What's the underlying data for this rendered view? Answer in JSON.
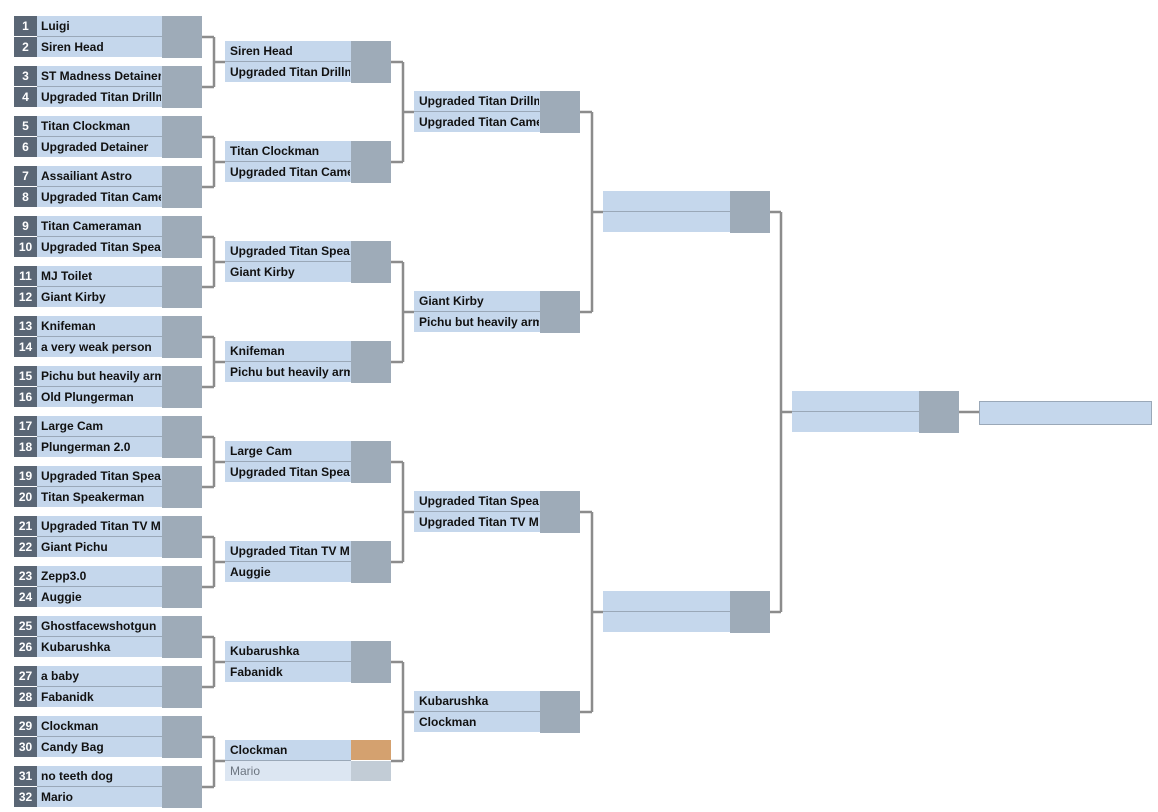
{
  "colors": {
    "row": "#c5d7ec",
    "row_faded": "#dce6f2",
    "seed_bg": "#5a6675",
    "score_bg": "#9eabb8",
    "score_highlight": "#d4a16f",
    "score_faded": "#c2ccd6",
    "connector": "#8c8c8c"
  },
  "rounds": [
    {
      "matches": [
        {
          "teams": [
            {
              "seed": "1",
              "name": "Luigi"
            },
            {
              "seed": "2",
              "name": "Siren Head"
            }
          ]
        },
        {
          "teams": [
            {
              "seed": "3",
              "name": "ST Madness Detainer"
            },
            {
              "seed": "4",
              "name": "Upgraded Titan Drillman"
            }
          ]
        },
        {
          "teams": [
            {
              "seed": "5",
              "name": "Titan Clockman"
            },
            {
              "seed": "6",
              "name": "Upgraded Detainer"
            }
          ]
        },
        {
          "teams": [
            {
              "seed": "7",
              "name": "Assailiant Astro"
            },
            {
              "seed": "8",
              "name": "Upgraded Titan Cameraman"
            }
          ]
        },
        {
          "teams": [
            {
              "seed": "9",
              "name": "Titan Cameraman"
            },
            {
              "seed": "10",
              "name": "Upgraded Titan Speakerman"
            }
          ]
        },
        {
          "teams": [
            {
              "seed": "11",
              "name": "MJ Toilet"
            },
            {
              "seed": "12",
              "name": "Giant Kirby"
            }
          ]
        },
        {
          "teams": [
            {
              "seed": "13",
              "name": "Knifeman"
            },
            {
              "seed": "14",
              "name": "a very weak person"
            }
          ]
        },
        {
          "teams": [
            {
              "seed": "15",
              "name": "Pichu but heavily armed"
            },
            {
              "seed": "16",
              "name": "Old Plungerman"
            }
          ]
        },
        {
          "teams": [
            {
              "seed": "17",
              "name": "Large Cam"
            },
            {
              "seed": "18",
              "name": "Plungerman 2.0"
            }
          ]
        },
        {
          "teams": [
            {
              "seed": "19",
              "name": "Upgraded Titan Speakerman"
            },
            {
              "seed": "20",
              "name": "Titan Speakerman"
            }
          ]
        },
        {
          "teams": [
            {
              "seed": "21",
              "name": "Upgraded Titan TV Man"
            },
            {
              "seed": "22",
              "name": "Giant Pichu"
            }
          ]
        },
        {
          "teams": [
            {
              "seed": "23",
              "name": "Zepp3.0"
            },
            {
              "seed": "24",
              "name": "Auggie"
            }
          ]
        },
        {
          "teams": [
            {
              "seed": "25",
              "name": "Ghostfacewshotgun"
            },
            {
              "seed": "26",
              "name": "Kubarushka"
            }
          ]
        },
        {
          "teams": [
            {
              "seed": "27",
              "name": "a baby"
            },
            {
              "seed": "28",
              "name": "Fabanidk"
            }
          ]
        },
        {
          "teams": [
            {
              "seed": "29",
              "name": "Clockman"
            },
            {
              "seed": "30",
              "name": "Candy Bag"
            }
          ]
        },
        {
          "teams": [
            {
              "seed": "31",
              "name": "no teeth dog"
            },
            {
              "seed": "32",
              "name": "Mario"
            }
          ]
        }
      ]
    },
    {
      "matches": [
        {
          "teams": [
            {
              "name": "Siren Head"
            },
            {
              "name": "Upgraded Titan Drillman"
            }
          ]
        },
        {
          "teams": [
            {
              "name": "Titan Clockman"
            },
            {
              "name": "Upgraded Titan Cameraman"
            }
          ]
        },
        {
          "teams": [
            {
              "name": "Upgraded Titan Speakerman"
            },
            {
              "name": "Giant Kirby"
            }
          ]
        },
        {
          "teams": [
            {
              "name": "Knifeman"
            },
            {
              "name": "Pichu but heavily armed"
            }
          ]
        },
        {
          "teams": [
            {
              "name": "Large Cam"
            },
            {
              "name": "Upgraded Titan Speakerman"
            }
          ]
        },
        {
          "teams": [
            {
              "name": "Upgraded Titan TV Man"
            },
            {
              "name": "Auggie"
            }
          ]
        },
        {
          "teams": [
            {
              "name": "Kubarushka"
            },
            {
              "name": "Fabanidk"
            }
          ]
        },
        {
          "split": true,
          "teams": [
            {
              "name": "Clockman"
            },
            {
              "name": "Mario",
              "faded": true
            }
          ]
        }
      ]
    },
    {
      "matches": [
        {
          "teams": [
            {
              "name": "Upgraded Titan Drillman"
            },
            {
              "name": "Upgraded Titan Cameraman"
            }
          ]
        },
        {
          "teams": [
            {
              "name": "Giant Kirby"
            },
            {
              "name": "Pichu but heavily armed"
            }
          ]
        },
        {
          "teams": [
            {
              "name": "Upgraded Titan Speakerman"
            },
            {
              "name": "Upgraded Titan TV Man"
            }
          ]
        },
        {
          "teams": [
            {
              "name": "Kubarushka"
            },
            {
              "name": "Clockman"
            }
          ]
        }
      ]
    },
    {
      "matches": [
        {
          "teams": [
            {
              "name": ""
            },
            {
              "name": ""
            }
          ]
        },
        {
          "teams": [
            {
              "name": ""
            },
            {
              "name": ""
            }
          ]
        }
      ]
    },
    {
      "matches": [
        {
          "teams": [
            {
              "name": ""
            },
            {
              "name": ""
            }
          ]
        }
      ]
    }
  ],
  "champion": {
    "name": ""
  }
}
